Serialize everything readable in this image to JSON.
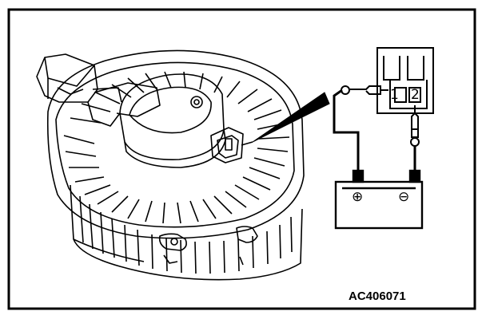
{
  "figure": {
    "code": "AC406071",
    "connector": {
      "terminal_1": "1",
      "terminal_2": "2"
    },
    "battery": {
      "positive_symbol": "⊕",
      "negative_symbol": "⊖"
    }
  }
}
